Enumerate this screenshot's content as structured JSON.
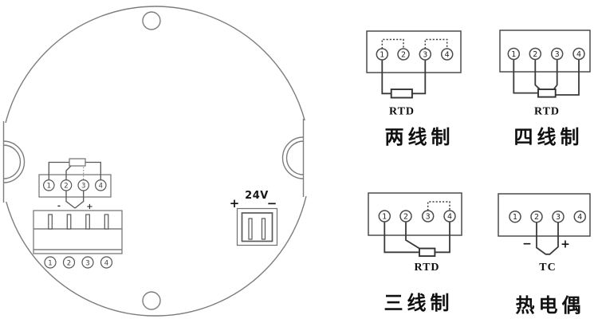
{
  "colors": {
    "panel_ink": "#3a3a3a",
    "device_line": "#7d7d7d"
  },
  "device": {
    "sensor_terminal_block": {
      "terminals": [
        "1",
        "2",
        "3",
        "4"
      ],
      "minus_label": "-",
      "plus_label": "+"
    },
    "output_terminal_block": {
      "terminals": [
        "1",
        "2",
        "3",
        "4"
      ]
    },
    "power": {
      "plus_label": "+",
      "voltage_label": "24V",
      "minus_label": "−"
    }
  },
  "wiring_panels": [
    {
      "terminals": [
        "1",
        "2",
        "3",
        "4"
      ],
      "sensor_label": "RTD",
      "caption": "两线制"
    },
    {
      "terminals": [
        "1",
        "2",
        "3",
        "4"
      ],
      "sensor_label": "RTD",
      "caption": "四线制"
    },
    {
      "terminals": [
        "1",
        "2",
        "3",
        "4"
      ],
      "sensor_label": "RTD",
      "caption": "三线制"
    },
    {
      "terminals": [
        "1",
        "2",
        "3",
        "4"
      ],
      "sensor_label": "TC",
      "caption": "热电偶",
      "minus_label": "−",
      "plus_label": "+"
    }
  ]
}
